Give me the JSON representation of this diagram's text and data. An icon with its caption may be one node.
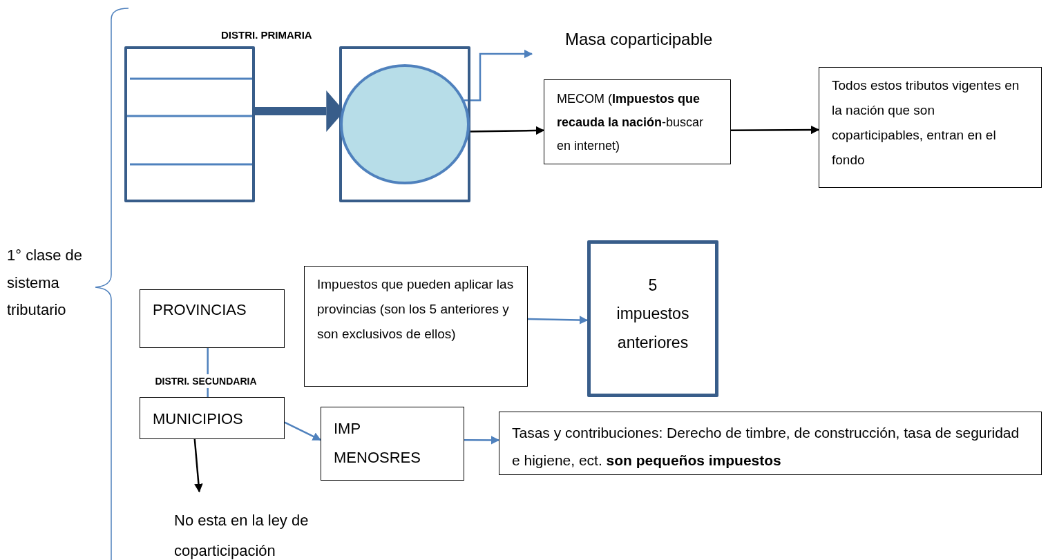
{
  "diagram": {
    "nodes": [
      {
        "text": [],
        "shape": "box"
      },
      {
        "text": [],
        "shape": "box"
      },
      {
        "text": [],
        "shape": "circle",
        "in": 1
      },
      {
        "text": [
          "Masa coparticipable"
        ]
      },
      {
        "text": [
          "MECOM (**Impuestos que recauda la nación**-buscar en internet)"
        ]
      },
      {
        "text": [
          "Todos estos  tributos vigentes en la nación que son coparticipables, entran en el fondo"
        ]
      },
      {
        "text": [
          "PROVINCIAS"
        ]
      },
      {
        "text": [
          "Impuestos que pueden aplicar las provincias (son los 5 anteriores y son exclusivos de ellos)"
        ]
      },
      {
        "text": [
          "5 impuestos anteriores"
        ]
      },
      {
        "text": [
          "MUNICIPIOS"
        ]
      },
      {
        "text": [
          "IMP MENOSRES"
        ]
      },
      {
        "text": [
          "Tasas y contribuciones: Derecho de timbre, de construcción, tasa de seguridad e higiene, ect. **son pequeños impuestos**"
        ]
      },
      {
        "text": [
          "No esta en la ley de coparticipación"
        ]
      }
    ],
    "edges": [
      {
        "from": 0,
        "to": 2,
        "arrow": "to",
        "style": "thick",
        "color": "#385d8a"
      },
      {
        "from": 2,
        "to": 3,
        "arrow": "to"
      },
      {
        "from": 2,
        "to": 4,
        "arrow": "to",
        "color": "#000000"
      },
      {
        "from": 4,
        "to": 5,
        "arrow": "to",
        "color": "#000000"
      },
      {
        "from": 7,
        "to": 8,
        "arrow": "to"
      },
      {
        "from": 6,
        "to": 9,
        "arrow": "none",
        "label": "DISTRI. SECUNDARIA"
      },
      {
        "from": 9,
        "to": 10,
        "arrow": "to"
      },
      {
        "from": 10,
        "to": 11,
        "arrow": "to"
      },
      {
        "from": 9,
        "to": 12,
        "arrow": "to",
        "color": "#000000"
      }
    ],
    "labels": [
      "DISTRI. PRIMARIA",
      "1° clase de sistema tributario"
    ]
  }
}
